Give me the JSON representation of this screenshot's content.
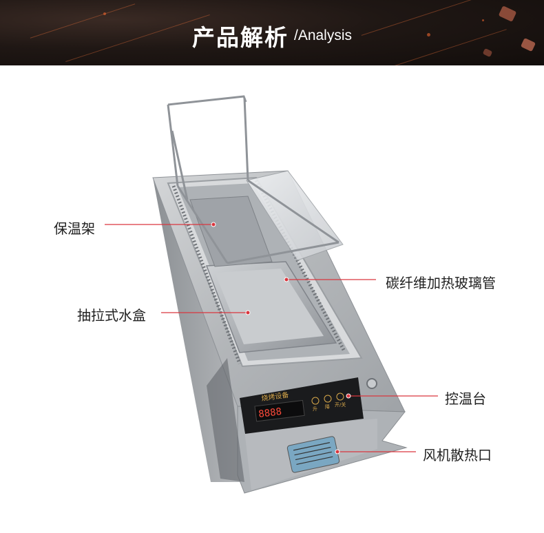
{
  "banner": {
    "title_cn": "产品解析",
    "title_en": "/Analysis"
  },
  "display": {
    "brand": "烧烤设备",
    "buttons": [
      "升",
      "降",
      "开/关"
    ],
    "readout": "8888"
  },
  "callouts": {
    "rack": "保温架",
    "water_box": "抽拉式水盒",
    "heating_tube": "碳纤维加热玻璃管",
    "control_panel": "控温台",
    "fan_vent": "风机散热口"
  },
  "colors": {
    "banner_bg": "#1f1714",
    "callout_line": "#d9363e",
    "steel": "#b9bcc0"
  }
}
